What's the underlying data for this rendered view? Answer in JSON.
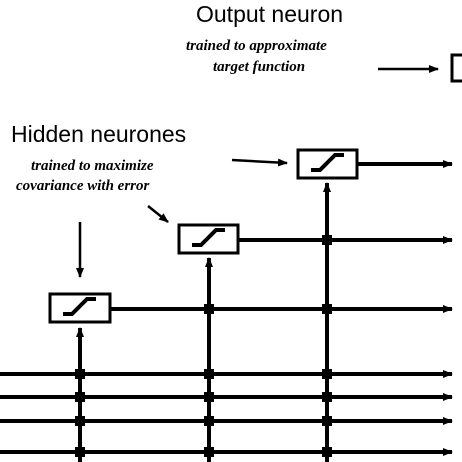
{
  "output": {
    "title": "Output neuron",
    "note_line1": "trained to approximate",
    "note_line2": "target function"
  },
  "hidden": {
    "title": "Hidden neurones",
    "note_line1": "trained to maximize",
    "note_line2": "covariance with error"
  },
  "colors": {
    "ink": "#000000",
    "background": "#ffffff"
  }
}
